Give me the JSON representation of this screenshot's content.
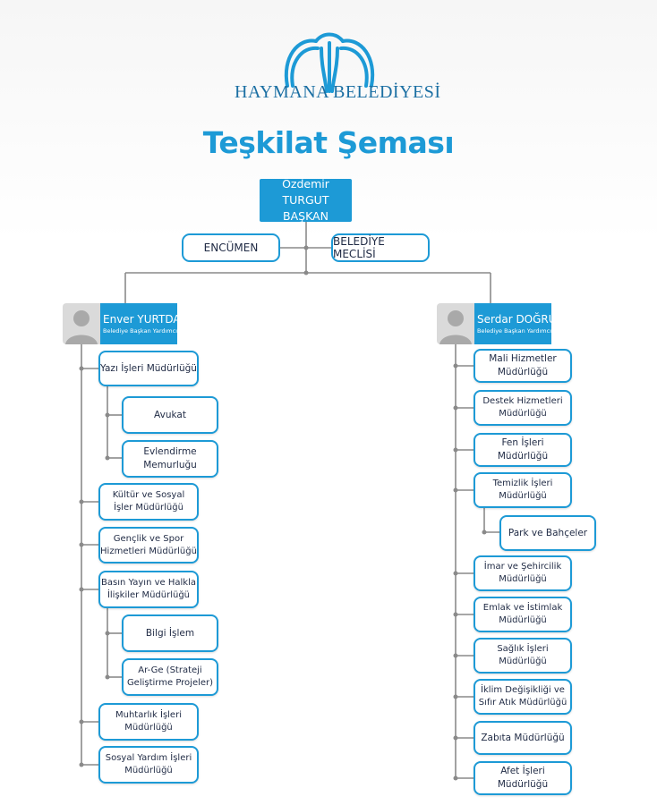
{
  "logo": {
    "word1": "HAYMANA",
    "word2": "BELEDİYESİ"
  },
  "title": "Teşkilat Şeması",
  "top": {
    "name": "Özdemir TURGUT",
    "role": "BAŞKAN"
  },
  "side_boxes": {
    "left": "ENCÜMEN",
    "right": "BELEDİYE MECLİSİ"
  },
  "left_vp": {
    "name": "Enver YURTDAŞ",
    "role": "Belediye Başkan Yardımcısı"
  },
  "right_vp": {
    "name": "Serdar DOĞRU",
    "role": "Belediye Başkan Yardımcısı"
  },
  "left_units": [
    {
      "l1": "Yazı İşleri Müdürlüğü",
      "l2": ""
    },
    {
      "l1": "Avukat",
      "l2": ""
    },
    {
      "l1": "Evlendirme Memurluğu",
      "l2": ""
    },
    {
      "l1": "Kültür ve Sosyal",
      "l2": "İşler Müdürlüğü"
    },
    {
      "l1": "Gençlik ve Spor",
      "l2": "Hizmetleri Müdürlüğü"
    },
    {
      "l1": "Basın Yayın ve Halkla",
      "l2": "İlişkiler Müdürlüğü"
    },
    {
      "l1": "Bilgi İşlem",
      "l2": ""
    },
    {
      "l1": "Ar-Ge (Strateji",
      "l2": "Geliştirme Projeler)"
    },
    {
      "l1": "Muhtarlık İşleri",
      "l2": "Müdürlüğü"
    },
    {
      "l1": "Sosyal Yardım İşleri",
      "l2": "Müdürlüğü"
    }
  ],
  "right_units": [
    {
      "l1": "Mali Hizmetler Müdürlüğü",
      "l2": ""
    },
    {
      "l1": "Destek Hizmetleri",
      "l2": "Müdürlüğü"
    },
    {
      "l1": "Fen İşleri Müdürlüğü",
      "l2": ""
    },
    {
      "l1": "Temizlik İşleri",
      "l2": "Müdürlüğü"
    },
    {
      "l1": "Park ve Bahçeler",
      "l2": ""
    },
    {
      "l1": "İmar ve Şehircilik",
      "l2": "Müdürlüğü"
    },
    {
      "l1": "Emlak ve İstimlak",
      "l2": "Müdürlüğü"
    },
    {
      "l1": "Sağlık İşleri",
      "l2": "Müdürlüğü"
    },
    {
      "l1": "İklim Değişikliği ve",
      "l2": "Sıfır Atık Müdürlüğü"
    },
    {
      "l1": "Zabıta Müdürlüğü",
      "l2": ""
    },
    {
      "l1": "Afet İşleri Müdürlüğü",
      "l2": ""
    }
  ],
  "colors": {
    "accent": "#1d9ad6",
    "connector": "#8a8a8a",
    "text": "#1f2a44"
  }
}
